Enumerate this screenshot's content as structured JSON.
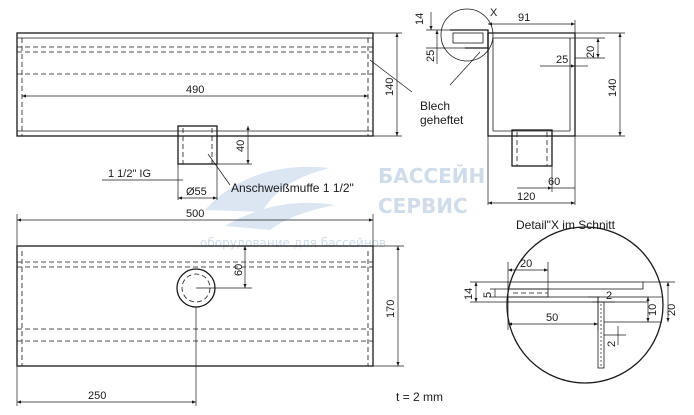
{
  "watermark": {
    "line1": "БАССЕЙН",
    "line2": "СЕРВИС",
    "line3": "оборудование для бассейнов"
  },
  "front_view": {
    "length": "490",
    "height": "140",
    "pipe_height": "40",
    "pipe_thread": "1 1/2\" IG",
    "pipe_diameter": "Ø55",
    "fitting_label": "Anschweißmuffe 1 1/2\""
  },
  "side_view": {
    "top_14": "14",
    "top_91": "91",
    "top_25": "25",
    "top_20": "20",
    "mid_25": "25",
    "height": "140",
    "pipe_60": "60",
    "width_120": "120",
    "detail_marker": "X",
    "sheet_label_1": "Blech",
    "sheet_label_2": "geheftet"
  },
  "top_view": {
    "length": "500",
    "width": "170",
    "hole_offset": "60",
    "hole_position": "250"
  },
  "detail": {
    "title": "Detail\"X im Schnitt",
    "d20": "20",
    "d14": "14",
    "d5": "5",
    "d50": "50",
    "d2a": "2",
    "d2b": "2",
    "d10": "10",
    "d20b": "20"
  },
  "material_note": "t = 2 mm"
}
